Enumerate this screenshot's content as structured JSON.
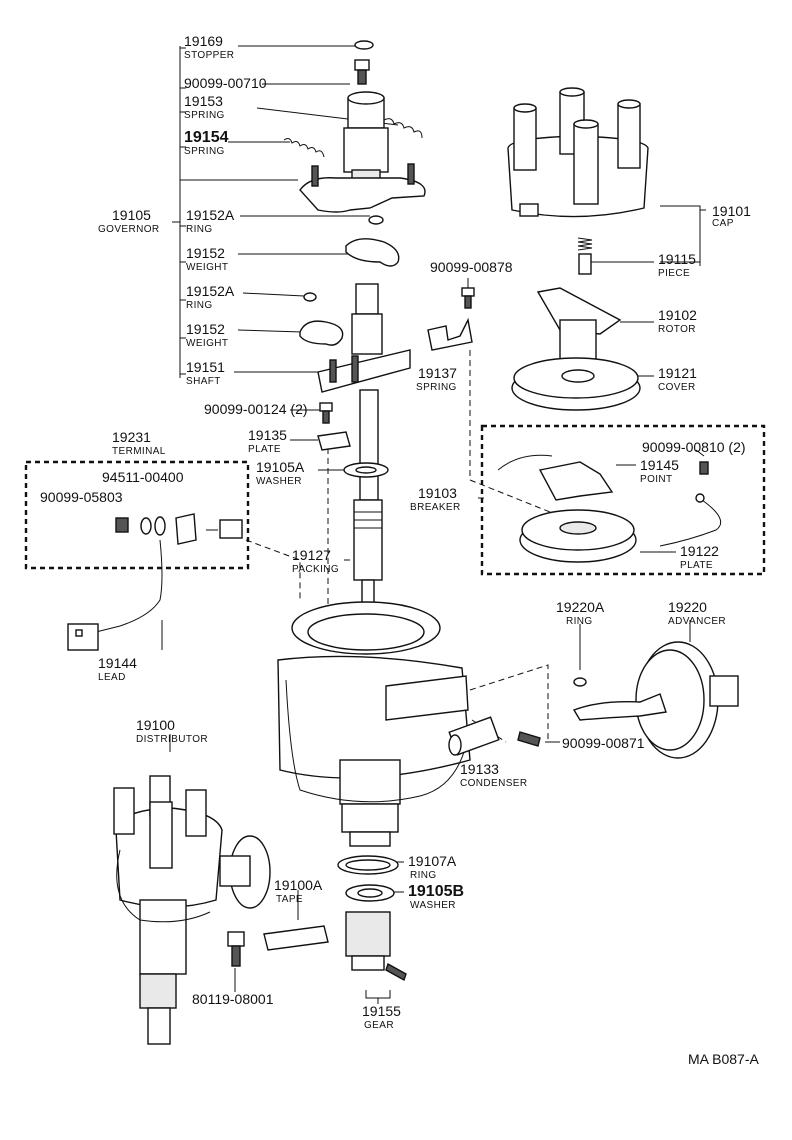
{
  "parts": {
    "p19169": {
      "number": "19169",
      "name": "STOPPER"
    },
    "p90099_00710": {
      "number": "90099-00710"
    },
    "p19153": {
      "number": "19153",
      "name": "SPRING"
    },
    "p19154": {
      "number": "19154",
      "name": "SPRING"
    },
    "p19105": {
      "number": "19105",
      "name": "GOVERNOR"
    },
    "p19152A_1": {
      "number": "19152A",
      "name": "RING"
    },
    "p19152_1": {
      "number": "19152",
      "name": "WEIGHT"
    },
    "p19152A_2": {
      "number": "19152A",
      "name": "RING"
    },
    "p19152_2": {
      "number": "19152",
      "name": "WEIGHT"
    },
    "p19151": {
      "number": "19151",
      "name": "SHAFT"
    },
    "p90099_00124": {
      "number": "90099-00124 (2)"
    },
    "p19135": {
      "number": "19135",
      "name": "PLATE"
    },
    "p19105A": {
      "number": "19105A",
      "name": "WASHER"
    },
    "p19231": {
      "number": "19231",
      "name": "TERMINAL"
    },
    "p94511_00400": {
      "number": "94511-00400"
    },
    "p90099_05803": {
      "number": "90099-05803"
    },
    "p19144": {
      "number": "19144",
      "name": "LEAD"
    },
    "p19127": {
      "number": "19127",
      "name": "PACKING"
    },
    "p19101": {
      "number": "19101",
      "name": "CAP"
    },
    "p19115": {
      "number": "19115",
      "name": "PIECE"
    },
    "p90099_00878": {
      "number": "90099-00878"
    },
    "p19102": {
      "number": "19102",
      "name": "ROTOR"
    },
    "p19137": {
      "number": "19137",
      "name": "SPRING"
    },
    "p19121": {
      "number": "19121",
      "name": "COVER"
    },
    "p90099_00810": {
      "number": "90099-00810 (2)"
    },
    "p19145": {
      "number": "19145",
      "name": "POINT"
    },
    "p19103": {
      "number": "19103",
      "name": "BREAKER"
    },
    "p19122": {
      "number": "19122",
      "name": "PLATE"
    },
    "p19220A": {
      "number": "19220A",
      "name": "RING"
    },
    "p19220": {
      "number": "19220",
      "name": "ADVANCER"
    },
    "p90099_00871": {
      "number": "90099-00871"
    },
    "p19133": {
      "number": "19133",
      "name": "CONDENSER"
    },
    "p19100": {
      "number": "19100",
      "name": "DISTRIBUTOR"
    },
    "p19107A": {
      "number": "19107A",
      "name": "RING"
    },
    "p19105B": {
      "number": "19105B",
      "name": "WASHER"
    },
    "p19100A": {
      "number": "19100A",
      "name": "TAPE"
    },
    "p80119_08001": {
      "number": "80119-08001"
    },
    "p19155": {
      "number": "19155",
      "name": "GEAR"
    }
  },
  "figure_code": "MA B087-A"
}
